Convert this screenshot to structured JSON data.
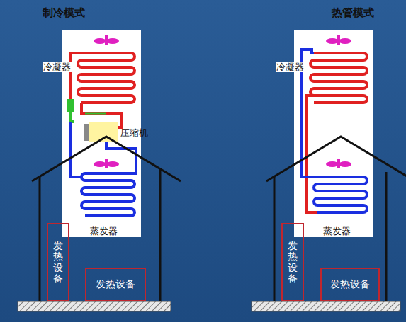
{
  "diagram": {
    "nodes": [
      {
        "text": [
          "发热设备"
        ]
      },
      {
        "text": [
          "发热设备"
        ]
      },
      {
        "text": [
          "发热设备"
        ]
      },
      {
        "text": [
          "发热设备"
        ]
      }
    ],
    "labels": [
      "制冷模式",
      "冷凝器",
      "压缩机",
      "蒸发器",
      "热管模式",
      "冷凝器",
      "蒸发器"
    ]
  }
}
